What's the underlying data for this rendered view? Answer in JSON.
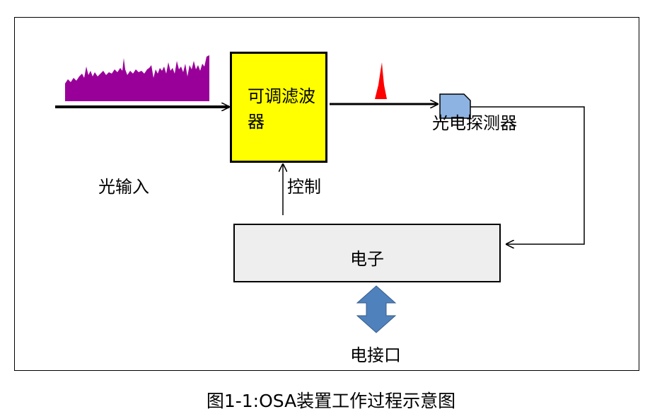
{
  "diagram": {
    "filter_label": "可调滤波器",
    "optical_input_label": "光输入",
    "detector_label": "光电探测器",
    "control_label": "控制",
    "electronics_label": "电子",
    "electrical_interface_label": "电接口",
    "caption": "图1-1:OSA装置工作过程示意图"
  },
  "colors": {
    "filter_fill": "#ffff00",
    "spectrum_fill": "#990099",
    "peak_fill": "#ff0000",
    "detector_fill": "#8db3e2",
    "interface_arrow_fill": "#4f81bd",
    "electronics_fill": "#eeeeee"
  }
}
